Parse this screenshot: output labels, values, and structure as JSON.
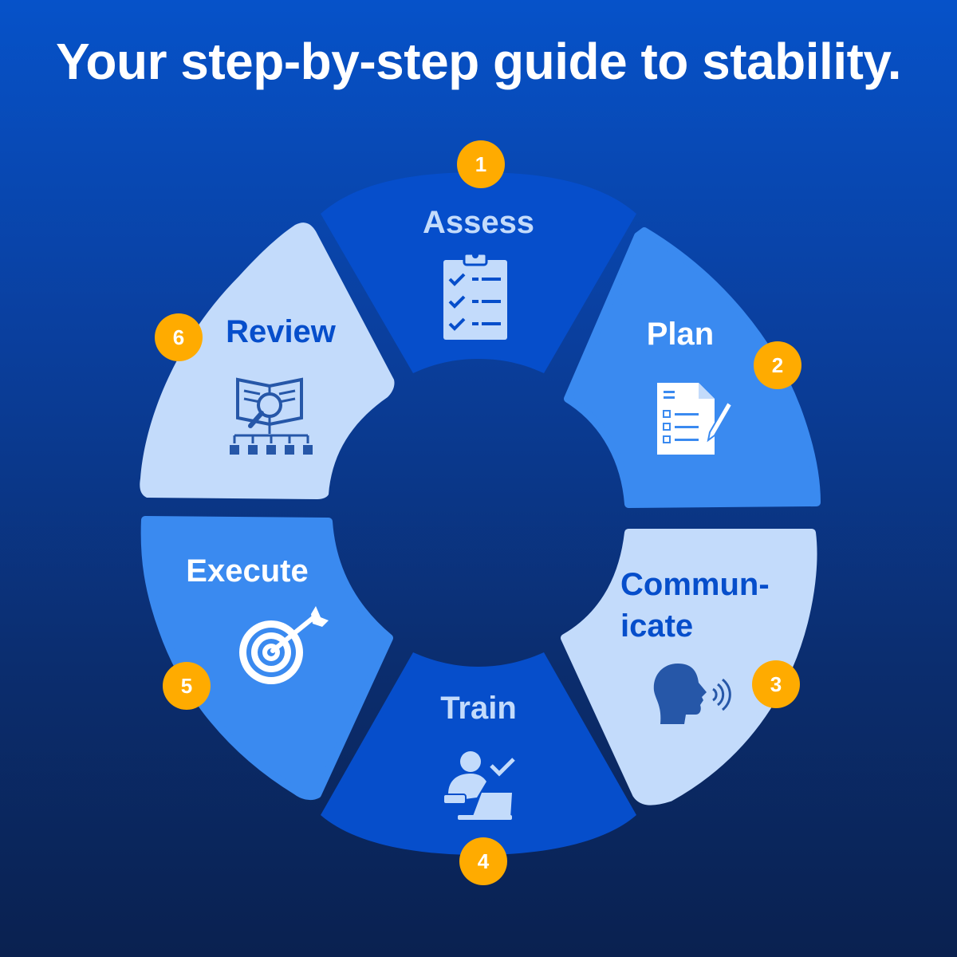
{
  "title": "Your step-by-step guide to stability.",
  "colors": {
    "dark_blue": "#064ecb",
    "mid_blue": "#3a8af0",
    "light_blue": "#c3dbfb",
    "badge": "#ffab00",
    "center": "#0a3a8c"
  },
  "steps": [
    {
      "number": "1",
      "label": "Assess",
      "icon": "clipboard-checklist-icon"
    },
    {
      "number": "2",
      "label": "Plan",
      "icon": "document-pencil-icon"
    },
    {
      "number": "3",
      "label_line1": "Commun-",
      "label_line2": "icate",
      "icon": "speaking-head-icon"
    },
    {
      "number": "4",
      "label": "Train",
      "icon": "person-laptop-check-icon"
    },
    {
      "number": "5",
      "label": "Execute",
      "icon": "target-arrow-icon"
    },
    {
      "number": "6",
      "label": "Review",
      "icon": "book-magnifier-icon"
    }
  ]
}
